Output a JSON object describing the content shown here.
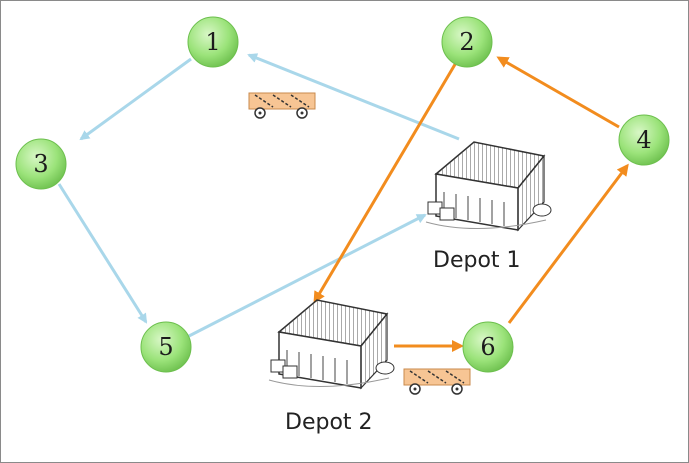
{
  "colors": {
    "node_fill": "#9be37a",
    "node_stroke": "#6cbf4d",
    "route1": "#a9d7ea",
    "route2": "#f28c1e",
    "truck_body": "#f7c594"
  },
  "nodes": [
    {
      "id": "n1",
      "label": "1"
    },
    {
      "id": "n2",
      "label": "2"
    },
    {
      "id": "n3",
      "label": "3"
    },
    {
      "id": "n4",
      "label": "4"
    },
    {
      "id": "n5",
      "label": "5"
    },
    {
      "id": "n6",
      "label": "6"
    }
  ],
  "depots": [
    {
      "id": "d1",
      "label": "Depot 1"
    },
    {
      "id": "d2",
      "label": "Depot 2"
    }
  ],
  "routes": [
    {
      "id": "route-depot-1",
      "color_key": "route1",
      "depot": "d1",
      "sequence": [
        "d1",
        "n1",
        "n3",
        "n5",
        "d1"
      ]
    },
    {
      "id": "route-depot-2",
      "color_key": "route2",
      "depot": "d2",
      "sequence": [
        "d2",
        "n6",
        "n4",
        "n2",
        "d2"
      ]
    }
  ],
  "vehicles": [
    {
      "id": "truck-1",
      "icon": "truck-icon"
    },
    {
      "id": "truck-2",
      "icon": "truck-icon"
    }
  ]
}
